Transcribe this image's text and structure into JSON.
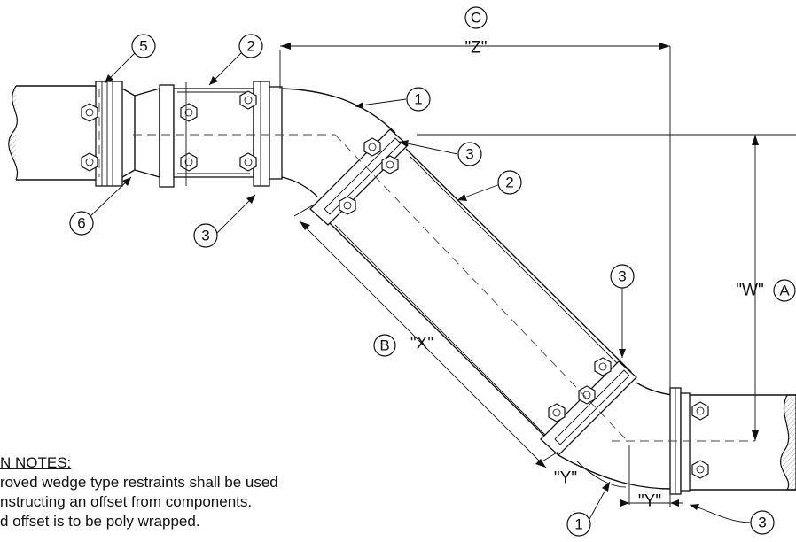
{
  "callouts": {
    "c1a": "1",
    "c2a": "2",
    "c2b": "2",
    "c3a": "3",
    "c3b": "3",
    "c3c": "3",
    "c3d": "3",
    "c5": "5",
    "c6": "6",
    "c1b": "1"
  },
  "dimensions": {
    "z_label": "\"Z\"",
    "z_ref": "C",
    "w_label": "\"W\"",
    "w_ref": "A",
    "x_label": "\"X\"",
    "x_ref": "B",
    "y_label_left": "\"Y\"",
    "y_label_bottom": "\"Y\""
  },
  "notes": {
    "title": "N NOTES:",
    "line1": "roved wedge type restraints shall be used",
    "line2": "nstructing an offset from components.",
    "line3": "d offset is to be poly wrapped."
  }
}
